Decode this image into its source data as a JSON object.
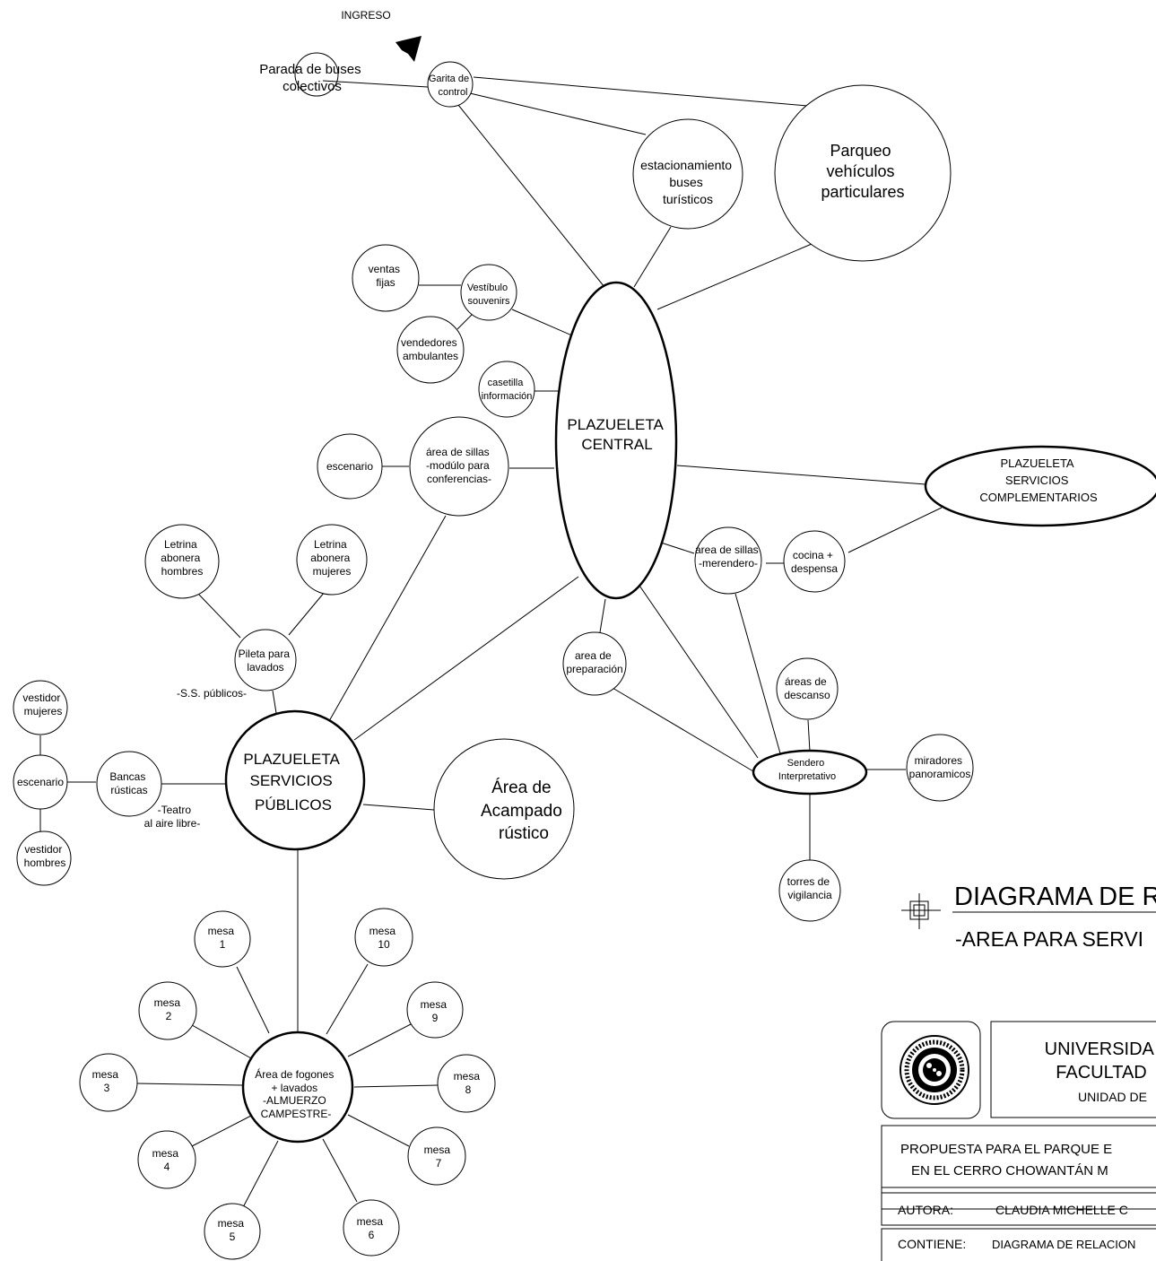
{
  "colors": {
    "line": "#000000",
    "background": "#ffffff"
  },
  "nodes": {
    "parada_buses": {
      "lines": [
        "Parada de buses",
        "colectivos"
      ]
    },
    "garita": {
      "lines": [
        "Garita de",
        "control"
      ]
    },
    "estacionamiento": {
      "lines": [
        "estacionamiento",
        "buses",
        "turísticos"
      ]
    },
    "parqueo": {
      "lines": [
        "Parqueo",
        "vehículos",
        "particulares"
      ]
    },
    "ventas_fijas": {
      "lines": [
        "ventas",
        "fijas"
      ]
    },
    "vestibulo": {
      "lines": [
        "Vestíbulo",
        "souvenirs"
      ]
    },
    "vendedores": {
      "lines": [
        "vendedores",
        "ambulantes"
      ]
    },
    "casetilla": {
      "lines": [
        "casetilla",
        "información"
      ]
    },
    "plazuela_central": {
      "lines": [
        "PLAZUELETA",
        "CENTRAL"
      ]
    },
    "escenario_top": {
      "lines": [
        "escenario"
      ]
    },
    "area_sillas_conf": {
      "lines": [
        "área de sillas",
        "-modúlo para",
        "conferencias-"
      ]
    },
    "plazuela_complementarios": {
      "lines": [
        "PLAZUELETA",
        "SERVICIOS",
        "COMPLEMENTARIOS"
      ]
    },
    "area_sillas_merendero": {
      "lines": [
        "área de sillas",
        "-merendero-"
      ]
    },
    "cocina": {
      "lines": [
        "cocina +",
        "despensa"
      ]
    },
    "letrina_hombres": {
      "lines": [
        "Letrina",
        "abonera",
        "hombres"
      ]
    },
    "letrina_mujeres": {
      "lines": [
        "Letrina",
        "abonera",
        "mujeres"
      ]
    },
    "pileta": {
      "lines": [
        "Pileta para",
        "lavados"
      ]
    },
    "area_preparacion": {
      "lines": [
        "area de",
        "preparación"
      ]
    },
    "areas_descanso": {
      "lines": [
        "áreas de",
        "descanso"
      ]
    },
    "vestidor_mujeres": {
      "lines": [
        "vestidor",
        "mujeres"
      ]
    },
    "escenario_left": {
      "lines": [
        "escenario"
      ]
    },
    "bancas": {
      "lines": [
        "Bancas",
        "rústicas"
      ]
    },
    "plazuela_publicos": {
      "lines": [
        "PLAZUELETA",
        "SERVICIOS",
        "PÚBLICOS"
      ]
    },
    "area_acampado": {
      "lines": [
        "Área de",
        "Acampado",
        "rústico"
      ]
    },
    "sendero": {
      "lines": [
        "Sendero",
        "Interpretativo"
      ]
    },
    "miradores": {
      "lines": [
        "miradores",
        "panoramicos"
      ]
    },
    "vestidor_hombres": {
      "lines": [
        "vestidor",
        "hombres"
      ]
    },
    "torres": {
      "lines": [
        "torres de",
        "vigilancia"
      ]
    },
    "area_fogones": {
      "lines": [
        "Área de fogones",
        "+ lavados",
        "-ALMUERZO",
        "CAMPESTRE-"
      ]
    },
    "mesa_1": {
      "lines": [
        "mesa",
        "1"
      ]
    },
    "mesa_2": {
      "lines": [
        "mesa",
        "2"
      ]
    },
    "mesa_3": {
      "lines": [
        "mesa",
        "3"
      ]
    },
    "mesa_4": {
      "lines": [
        "mesa",
        "4"
      ]
    },
    "mesa_5": {
      "lines": [
        "mesa",
        "5"
      ]
    },
    "mesa_6": {
      "lines": [
        "mesa",
        "6"
      ]
    },
    "mesa_7": {
      "lines": [
        "mesa",
        "7"
      ]
    },
    "mesa_8": {
      "lines": [
        "mesa",
        "8"
      ]
    },
    "mesa_9": {
      "lines": [
        "mesa",
        "9"
      ]
    },
    "mesa_10": {
      "lines": [
        "mesa",
        "10"
      ]
    }
  },
  "labels": {
    "ingreso": "INGRESO",
    "ss_publicos": "-S.S. públicos-",
    "teatro": [
      "-Teatro",
      "al aire libre-"
    ]
  },
  "title_block": {
    "title": "DIAGRAMA DE R",
    "subtitle": "-AREA PARA SERVI",
    "university": [
      "UNIVERSIDA",
      "FACULTAD",
      "UNIDAD DE"
    ],
    "proposal": [
      "PROPUESTA PARA EL PARQUE E",
      "EN EL CERRO CHOWANTÁN M"
    ],
    "author_label": "AUTORA:",
    "author_value": "CLAUDIA MICHELLE C",
    "contents_label": "CONTIENE:",
    "contents_value": "DIAGRAMA DE RELACION"
  }
}
